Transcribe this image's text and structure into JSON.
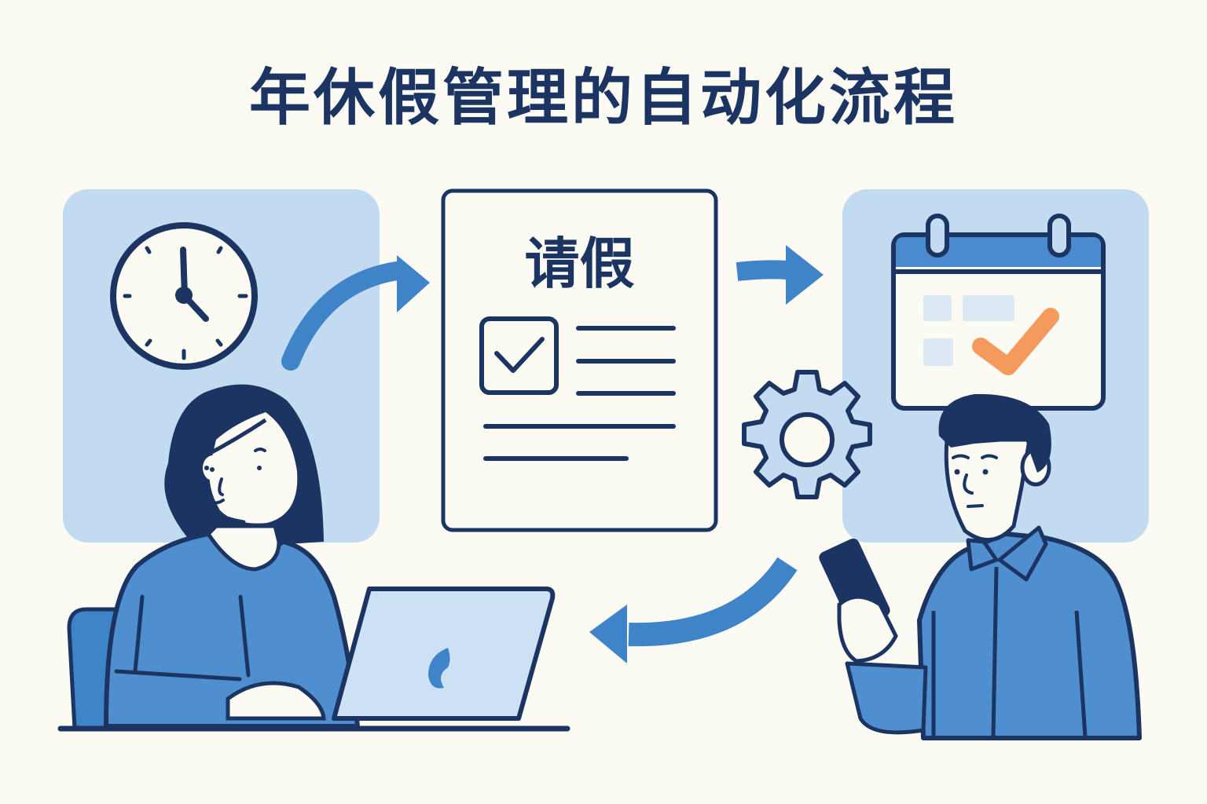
{
  "title": "年休假管理的自动化流程",
  "form": {
    "title": "请假",
    "checkbox_checked": true,
    "line_count": 5
  },
  "steps": [
    {
      "id": "time",
      "icon": "clock-icon",
      "clock_time": "5:00"
    },
    {
      "id": "request",
      "icon": "leave-request-form-icon"
    },
    {
      "id": "calendar",
      "icon": "calendar-check-icon"
    },
    {
      "id": "automation",
      "icon": "gear-icon"
    }
  ],
  "people": [
    {
      "role": "employee",
      "device": "laptop-icon"
    },
    {
      "role": "manager",
      "device": "smartphone-icon"
    }
  ],
  "colors": {
    "background": "#fbfbf4",
    "navy": "#1b3461",
    "panel_light_blue": "#c2dbf1",
    "accent_blue": "#3f83c9",
    "shirt_blue": "#4f8fd0",
    "check_orange": "#f39a5c"
  }
}
